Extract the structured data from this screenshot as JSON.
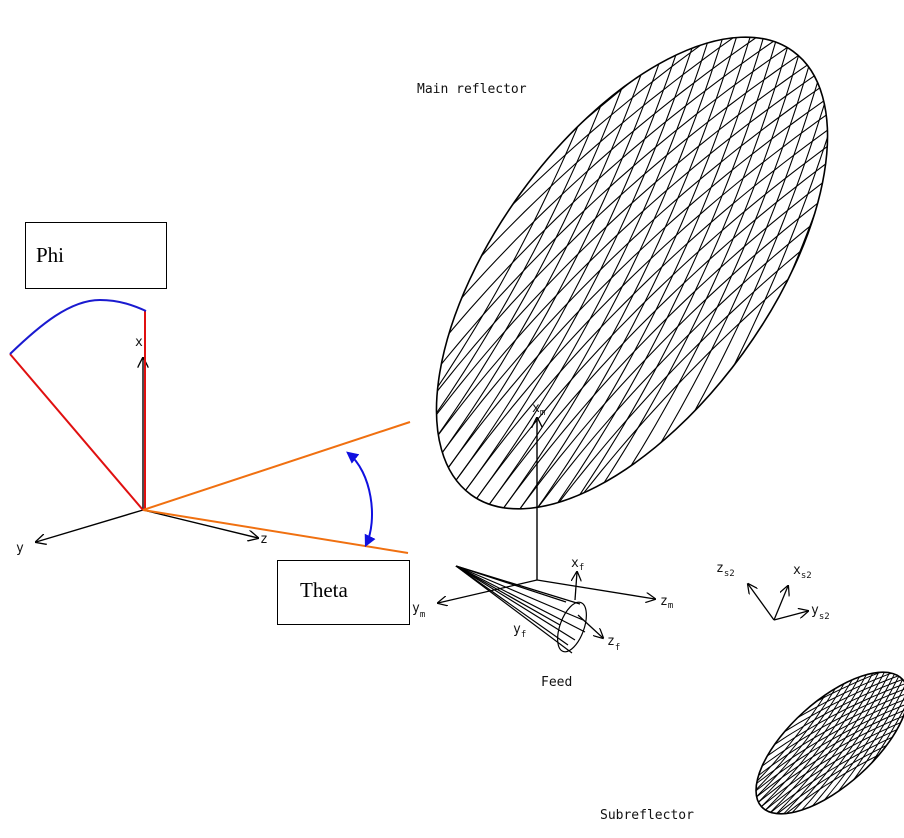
{
  "labels": {
    "main_reflector": "Main reflector",
    "phi": "Phi",
    "theta": "Theta",
    "feed": "Feed",
    "subreflector": "Subreflector",
    "axis_x": "x",
    "axis_y": "y",
    "axis_z": "z",
    "xm": "x",
    "xm_sub": "m",
    "xf": "x",
    "xf_sub": "f",
    "yf": "y",
    "yf_sub": "f",
    "zf": "z",
    "zf_sub": "f",
    "ym": "y",
    "ym_sub": "m",
    "zm": "z",
    "zm_sub": "m",
    "zs2": "z",
    "zs2_sub": "s2",
    "xs2": "x",
    "xs2_sub": "s2",
    "ys2": "y",
    "ys2_sub": "s2"
  },
  "colors": {
    "phi_lines": "#e01010",
    "phi_arc": "#1a1ad0",
    "theta_lines": "#f07010",
    "theta_arrow": "#1010e0",
    "ink": "#000000"
  }
}
